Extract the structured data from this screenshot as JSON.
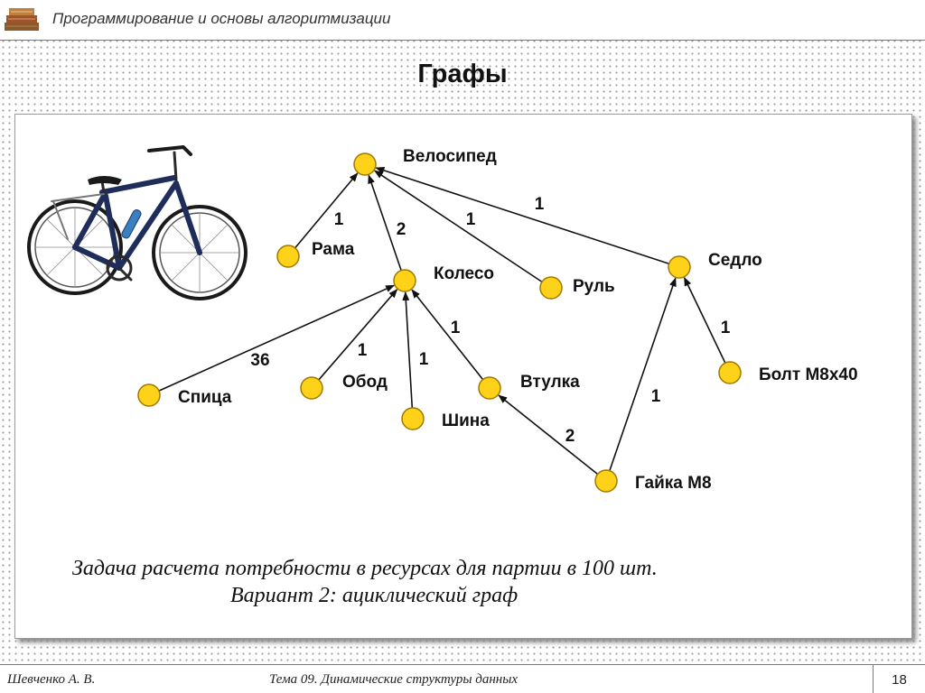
{
  "header": {
    "course_title": "Программирование и основы алгоритмизации"
  },
  "slide": {
    "title": "Графы"
  },
  "graph": {
    "nodes": [
      {
        "id": "velosiped",
        "label": "Велосипед"
      },
      {
        "id": "rama",
        "label": "Рама"
      },
      {
        "id": "koleso",
        "label": "Колесо"
      },
      {
        "id": "rul",
        "label": "Руль"
      },
      {
        "id": "sedlo",
        "label": "Седло"
      },
      {
        "id": "spitsa",
        "label": "Спица"
      },
      {
        "id": "obod",
        "label": "Обод"
      },
      {
        "id": "shina",
        "label": "Шина"
      },
      {
        "id": "vtulka",
        "label": "Втулка"
      },
      {
        "id": "bolt",
        "label": "Болт М8х40"
      },
      {
        "id": "gaika",
        "label": "Гайка М8"
      }
    ],
    "edges": [
      {
        "from": "rama",
        "to": "velosiped",
        "weight": "1"
      },
      {
        "from": "koleso",
        "to": "velosiped",
        "weight": "2"
      },
      {
        "from": "rul",
        "to": "velosiped",
        "weight": "1"
      },
      {
        "from": "sedlo",
        "to": "velosiped",
        "weight": "1"
      },
      {
        "from": "spitsa",
        "to": "koleso",
        "weight": "36"
      },
      {
        "from": "obod",
        "to": "koleso",
        "weight": "1"
      },
      {
        "from": "shina",
        "to": "koleso",
        "weight": "1"
      },
      {
        "from": "vtulka",
        "to": "koleso",
        "weight": "1"
      },
      {
        "from": "gaika",
        "to": "vtulka",
        "weight": "2"
      },
      {
        "from": "gaika",
        "to": "sedlo",
        "weight": "1"
      },
      {
        "from": "bolt",
        "to": "sedlo",
        "weight": "1"
      }
    ],
    "node_color": "#ffd21a",
    "node_stroke": "#a07a00",
    "edge_color": "#111111"
  },
  "caption": {
    "task": "Задача расчета потребности в ресурсах для партии в 100 шт.",
    "variant": "Вариант 2: ациклический граф"
  },
  "footer": {
    "author": "Шевченко А. В.",
    "topic": "Тема 09. Динамические структуры данных",
    "page": "18"
  }
}
